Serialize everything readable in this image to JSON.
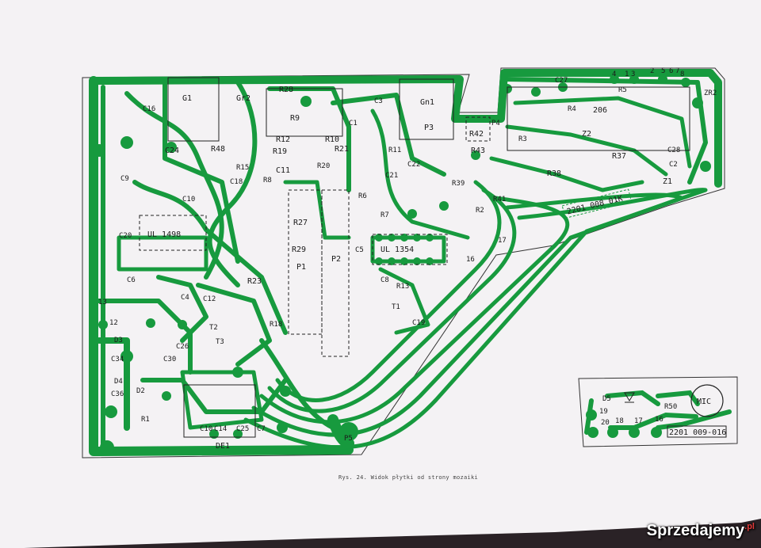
{
  "figure": {
    "caption": "Rys. 24. Widok płytki od strony mozaiki",
    "main_board_code": "2201 008 01K",
    "mic_board_code": "2201 009-016"
  },
  "main_labels": [
    "G1",
    "C16",
    "Gr2",
    "R28",
    "R9",
    "C3",
    "C1",
    "Gn1",
    "P3",
    "R42",
    "R43",
    "C24",
    "R48",
    "R12",
    "R10",
    "R19",
    "R21",
    "C11",
    "C9",
    "C20",
    "C10",
    "R8",
    "R11",
    "R20",
    "C21",
    "C22",
    "C18",
    "R15",
    "UL 1498",
    "R6",
    "R7",
    "R27",
    "R29",
    "R23",
    "P1",
    "P2",
    "C5",
    "UL 1354",
    "C6",
    "C8",
    "T2",
    "T1",
    "C4",
    "C12",
    "C2",
    "C26",
    "C30",
    "D3",
    "D4",
    "D2",
    "C34",
    "C36",
    "R39",
    "R41",
    "C14",
    "C25",
    "C7",
    "C10",
    "DE1",
    "R1",
    "T3",
    "R18",
    "R13",
    "P4",
    "C19",
    "R2",
    "C28",
    "C27",
    "R37",
    "R38",
    "R5",
    "R4",
    "Z2",
    "Z1",
    "206",
    "R3",
    "P5",
    "ZR2"
  ],
  "pin_numbers": [
    "1",
    "2",
    "3",
    "4",
    "5",
    "6",
    "7",
    "8",
    "12",
    "13",
    "16",
    "17",
    "19",
    "20"
  ],
  "mic_labels": [
    "D5",
    "R50",
    "MIC",
    "16",
    "17",
    "18",
    "19",
    "20"
  ],
  "watermark": {
    "text": "Sprzedajemy",
    "suffix": ".pl"
  },
  "colors": {
    "paper": "#f4f2f4",
    "copper": "#179a3e",
    "background": "#2a2226"
  }
}
